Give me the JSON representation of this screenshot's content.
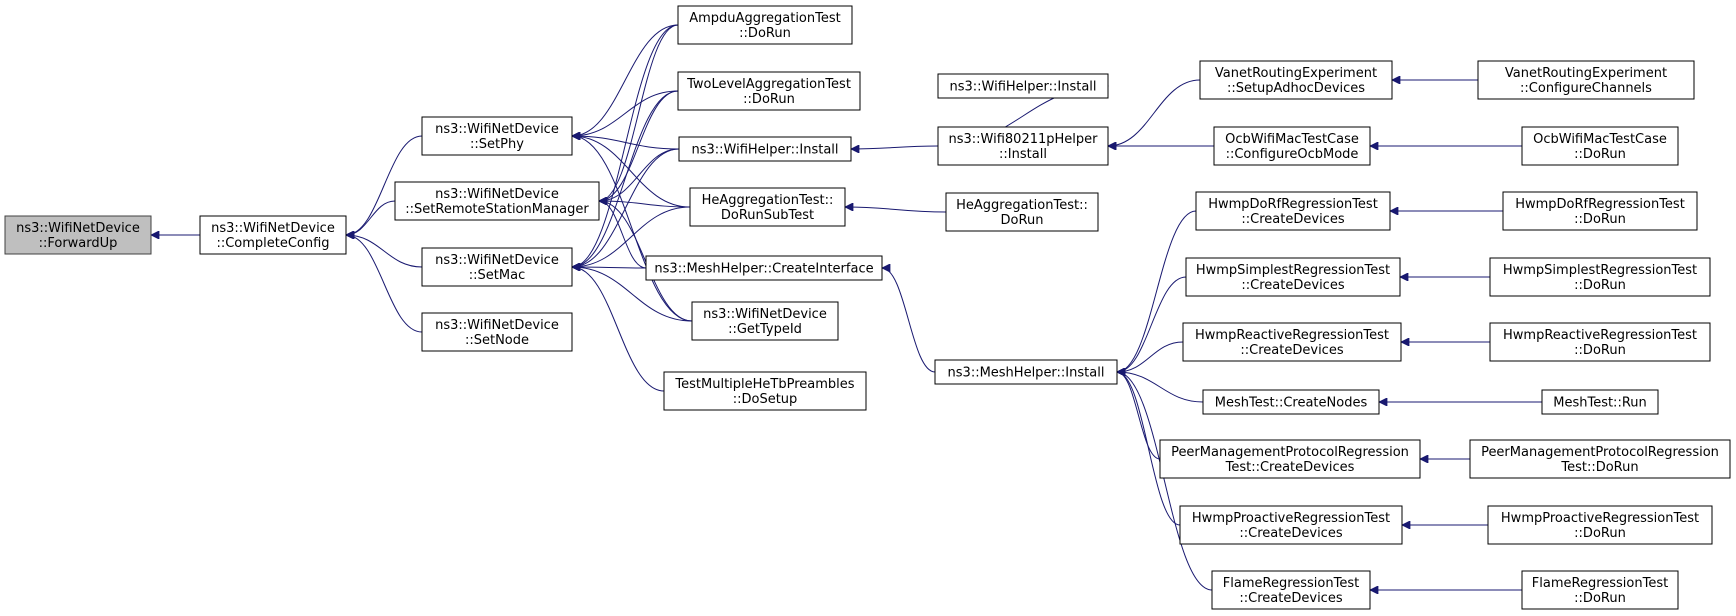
{
  "graph": {
    "type": "caller-graph",
    "colors": {
      "edge": "#191970",
      "node_border": "#000000",
      "root_fill": "#bfbfbf",
      "node_fill": "#ffffff"
    },
    "nodes": [
      {
        "id": "forwardup",
        "lines": [
          "ns3::WifiNetDevice",
          "::ForwardUp"
        ]
      },
      {
        "id": "completeconfig",
        "lines": [
          "ns3::WifiNetDevice",
          "::CompleteConfig"
        ]
      },
      {
        "id": "setphy",
        "lines": [
          "ns3::WifiNetDevice",
          "::SetPhy"
        ]
      },
      {
        "id": "setrsm",
        "lines": [
          "ns3::WifiNetDevice",
          "::SetRemoteStationManager"
        ]
      },
      {
        "id": "setmac",
        "lines": [
          "ns3::WifiNetDevice",
          "::SetMac"
        ]
      },
      {
        "id": "setnode",
        "lines": [
          "ns3::WifiNetDevice",
          "::SetNode"
        ]
      },
      {
        "id": "ampdu",
        "lines": [
          "AmpduAggregationTest",
          "::DoRun"
        ]
      },
      {
        "id": "twolevel",
        "lines": [
          "TwoLevelAggregationTest",
          "::DoRun"
        ]
      },
      {
        "id": "wifihelper1",
        "lines": [
          "ns3::WifiHelper::Install"
        ]
      },
      {
        "id": "heagg",
        "lines": [
          "HeAggregationTest::",
          "DoRunSubTest"
        ]
      },
      {
        "id": "meshcreate",
        "lines": [
          "ns3::MeshHelper::CreateInterface"
        ]
      },
      {
        "id": "gettypeid",
        "lines": [
          "ns3::WifiNetDevice",
          "::GetTypeId"
        ]
      },
      {
        "id": "testmulti",
        "lines": [
          "TestMultipleHeTbPreambles",
          "::DoSetup"
        ]
      },
      {
        "id": "wifihelper2",
        "lines": [
          "ns3::WifiHelper::Install"
        ]
      },
      {
        "id": "wifi80211p",
        "lines": [
          "ns3::Wifi80211pHelper",
          "::Install"
        ]
      },
      {
        "id": "heaggrun",
        "lines": [
          "HeAggregationTest::",
          "DoRun"
        ]
      },
      {
        "id": "meshinstall",
        "lines": [
          "ns3::MeshHelper::Install"
        ]
      },
      {
        "id": "vanetsetup",
        "lines": [
          "VanetRoutingExperiment",
          "::SetupAdhocDevices"
        ]
      },
      {
        "id": "ocbconfig",
        "lines": [
          "OcbWifiMacTestCase",
          "::ConfigureOcbMode"
        ]
      },
      {
        "id": "hwmpdorfcd",
        "lines": [
          "HwmpDoRfRegressionTest",
          "::CreateDevices"
        ]
      },
      {
        "id": "hwmpsimpcd",
        "lines": [
          "HwmpSimplestRegressionTest",
          "::CreateDevices"
        ]
      },
      {
        "id": "hwmpreaccd",
        "lines": [
          "HwmpReactiveRegressionTest",
          "::CreateDevices"
        ]
      },
      {
        "id": "meshtestcn",
        "lines": [
          "MeshTest::CreateNodes"
        ]
      },
      {
        "id": "peermgmtcd",
        "lines": [
          "PeerManagementProtocolRegression",
          "Test::CreateDevices"
        ]
      },
      {
        "id": "hwmpprocd",
        "lines": [
          "HwmpProactiveRegressionTest",
          "::CreateDevices"
        ]
      },
      {
        "id": "flamecd",
        "lines": [
          "FlameRegressionTest",
          "::CreateDevices"
        ]
      },
      {
        "id": "vanetcc",
        "lines": [
          "VanetRoutingExperiment",
          "::ConfigureChannels"
        ]
      },
      {
        "id": "ocbdorun",
        "lines": [
          "OcbWifiMacTestCase",
          "::DoRun"
        ]
      },
      {
        "id": "hwmpdorfrun",
        "lines": [
          "HwmpDoRfRegressionTest",
          "::DoRun"
        ]
      },
      {
        "id": "hwmpsimprun",
        "lines": [
          "HwmpSimplestRegressionTest",
          "::DoRun"
        ]
      },
      {
        "id": "hwmpreacrun",
        "lines": [
          "HwmpReactiveRegressionTest",
          "::DoRun"
        ]
      },
      {
        "id": "meshtestrun",
        "lines": [
          "MeshTest::Run"
        ]
      },
      {
        "id": "peermgmtrun",
        "lines": [
          "PeerManagementProtocolRegression",
          "Test::DoRun"
        ]
      },
      {
        "id": "hwmpprorun",
        "lines": [
          "HwmpProactiveRegressionTest",
          "::DoRun"
        ]
      },
      {
        "id": "flamerun",
        "lines": [
          "FlameRegressionTest",
          "::DoRun"
        ]
      }
    ],
    "edges": [
      [
        "completeconfig",
        "forwardup"
      ],
      [
        "setphy",
        "completeconfig"
      ],
      [
        "setrsm",
        "completeconfig"
      ],
      [
        "setmac",
        "completeconfig"
      ],
      [
        "setnode",
        "completeconfig"
      ],
      [
        "ampdu",
        "setphy"
      ],
      [
        "twolevel",
        "setphy"
      ],
      [
        "wifihelper1",
        "setphy"
      ],
      [
        "heagg",
        "setphy"
      ],
      [
        "gettypeid",
        "setphy"
      ],
      [
        "ampdu",
        "setrsm"
      ],
      [
        "twolevel",
        "setrsm"
      ],
      [
        "wifihelper1",
        "setrsm"
      ],
      [
        "heagg",
        "setrsm"
      ],
      [
        "gettypeid",
        "setrsm"
      ],
      [
        "meshcreate",
        "setrsm"
      ],
      [
        "ampdu",
        "setmac"
      ],
      [
        "twolevel",
        "setmac"
      ],
      [
        "wifihelper1",
        "setmac"
      ],
      [
        "heagg",
        "setmac"
      ],
      [
        "meshcreate",
        "setmac"
      ],
      [
        "gettypeid",
        "setmac"
      ],
      [
        "testmulti",
        "setmac"
      ],
      [
        "wifi80211p",
        "wifihelper1"
      ],
      [
        "wifi80211p",
        "wifihelper2"
      ],
      [
        "heaggrun",
        "heagg"
      ],
      [
        "meshinstall",
        "meshcreate"
      ],
      [
        "vanetsetup",
        "wifi80211p"
      ],
      [
        "ocbconfig",
        "wifi80211p"
      ],
      [
        "hwmpdorfcd",
        "meshinstall"
      ],
      [
        "hwmpsimpcd",
        "meshinstall"
      ],
      [
        "hwmpreaccd",
        "meshinstall"
      ],
      [
        "meshtestcn",
        "meshinstall"
      ],
      [
        "peermgmtcd",
        "meshinstall"
      ],
      [
        "hwmpprocd",
        "meshinstall"
      ],
      [
        "flamecd",
        "meshinstall"
      ],
      [
        "vanetcc",
        "vanetsetup"
      ],
      [
        "ocbdorun",
        "ocbconfig"
      ],
      [
        "hwmpdorfrun",
        "hwmpdorfcd"
      ],
      [
        "hwmpsimprun",
        "hwmpsimpcd"
      ],
      [
        "hwmpreacrun",
        "hwmpreaccd"
      ],
      [
        "meshtestrun",
        "meshtestcn"
      ],
      [
        "peermgmtrun",
        "peermgmtcd"
      ],
      [
        "hwmpprorun",
        "hwmpprocd"
      ],
      [
        "flamerun",
        "flamecd"
      ]
    ]
  }
}
